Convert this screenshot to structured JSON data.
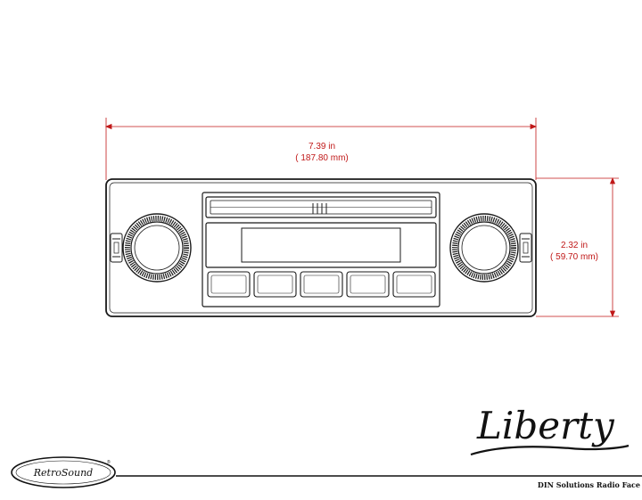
{
  "dimensions": {
    "width_in": "7.39 in",
    "width_mm": "( 187.80 mm)",
    "height_in": "2.32 in",
    "height_mm": "( 59.70 mm)"
  },
  "branding": {
    "logo_text": "RetroSound",
    "model_name": "Liberty",
    "caption": "DIN Solutions Radio Face"
  },
  "colors": {
    "dimension_line": "#c01818",
    "drawing_line": "#1a1a1a"
  }
}
